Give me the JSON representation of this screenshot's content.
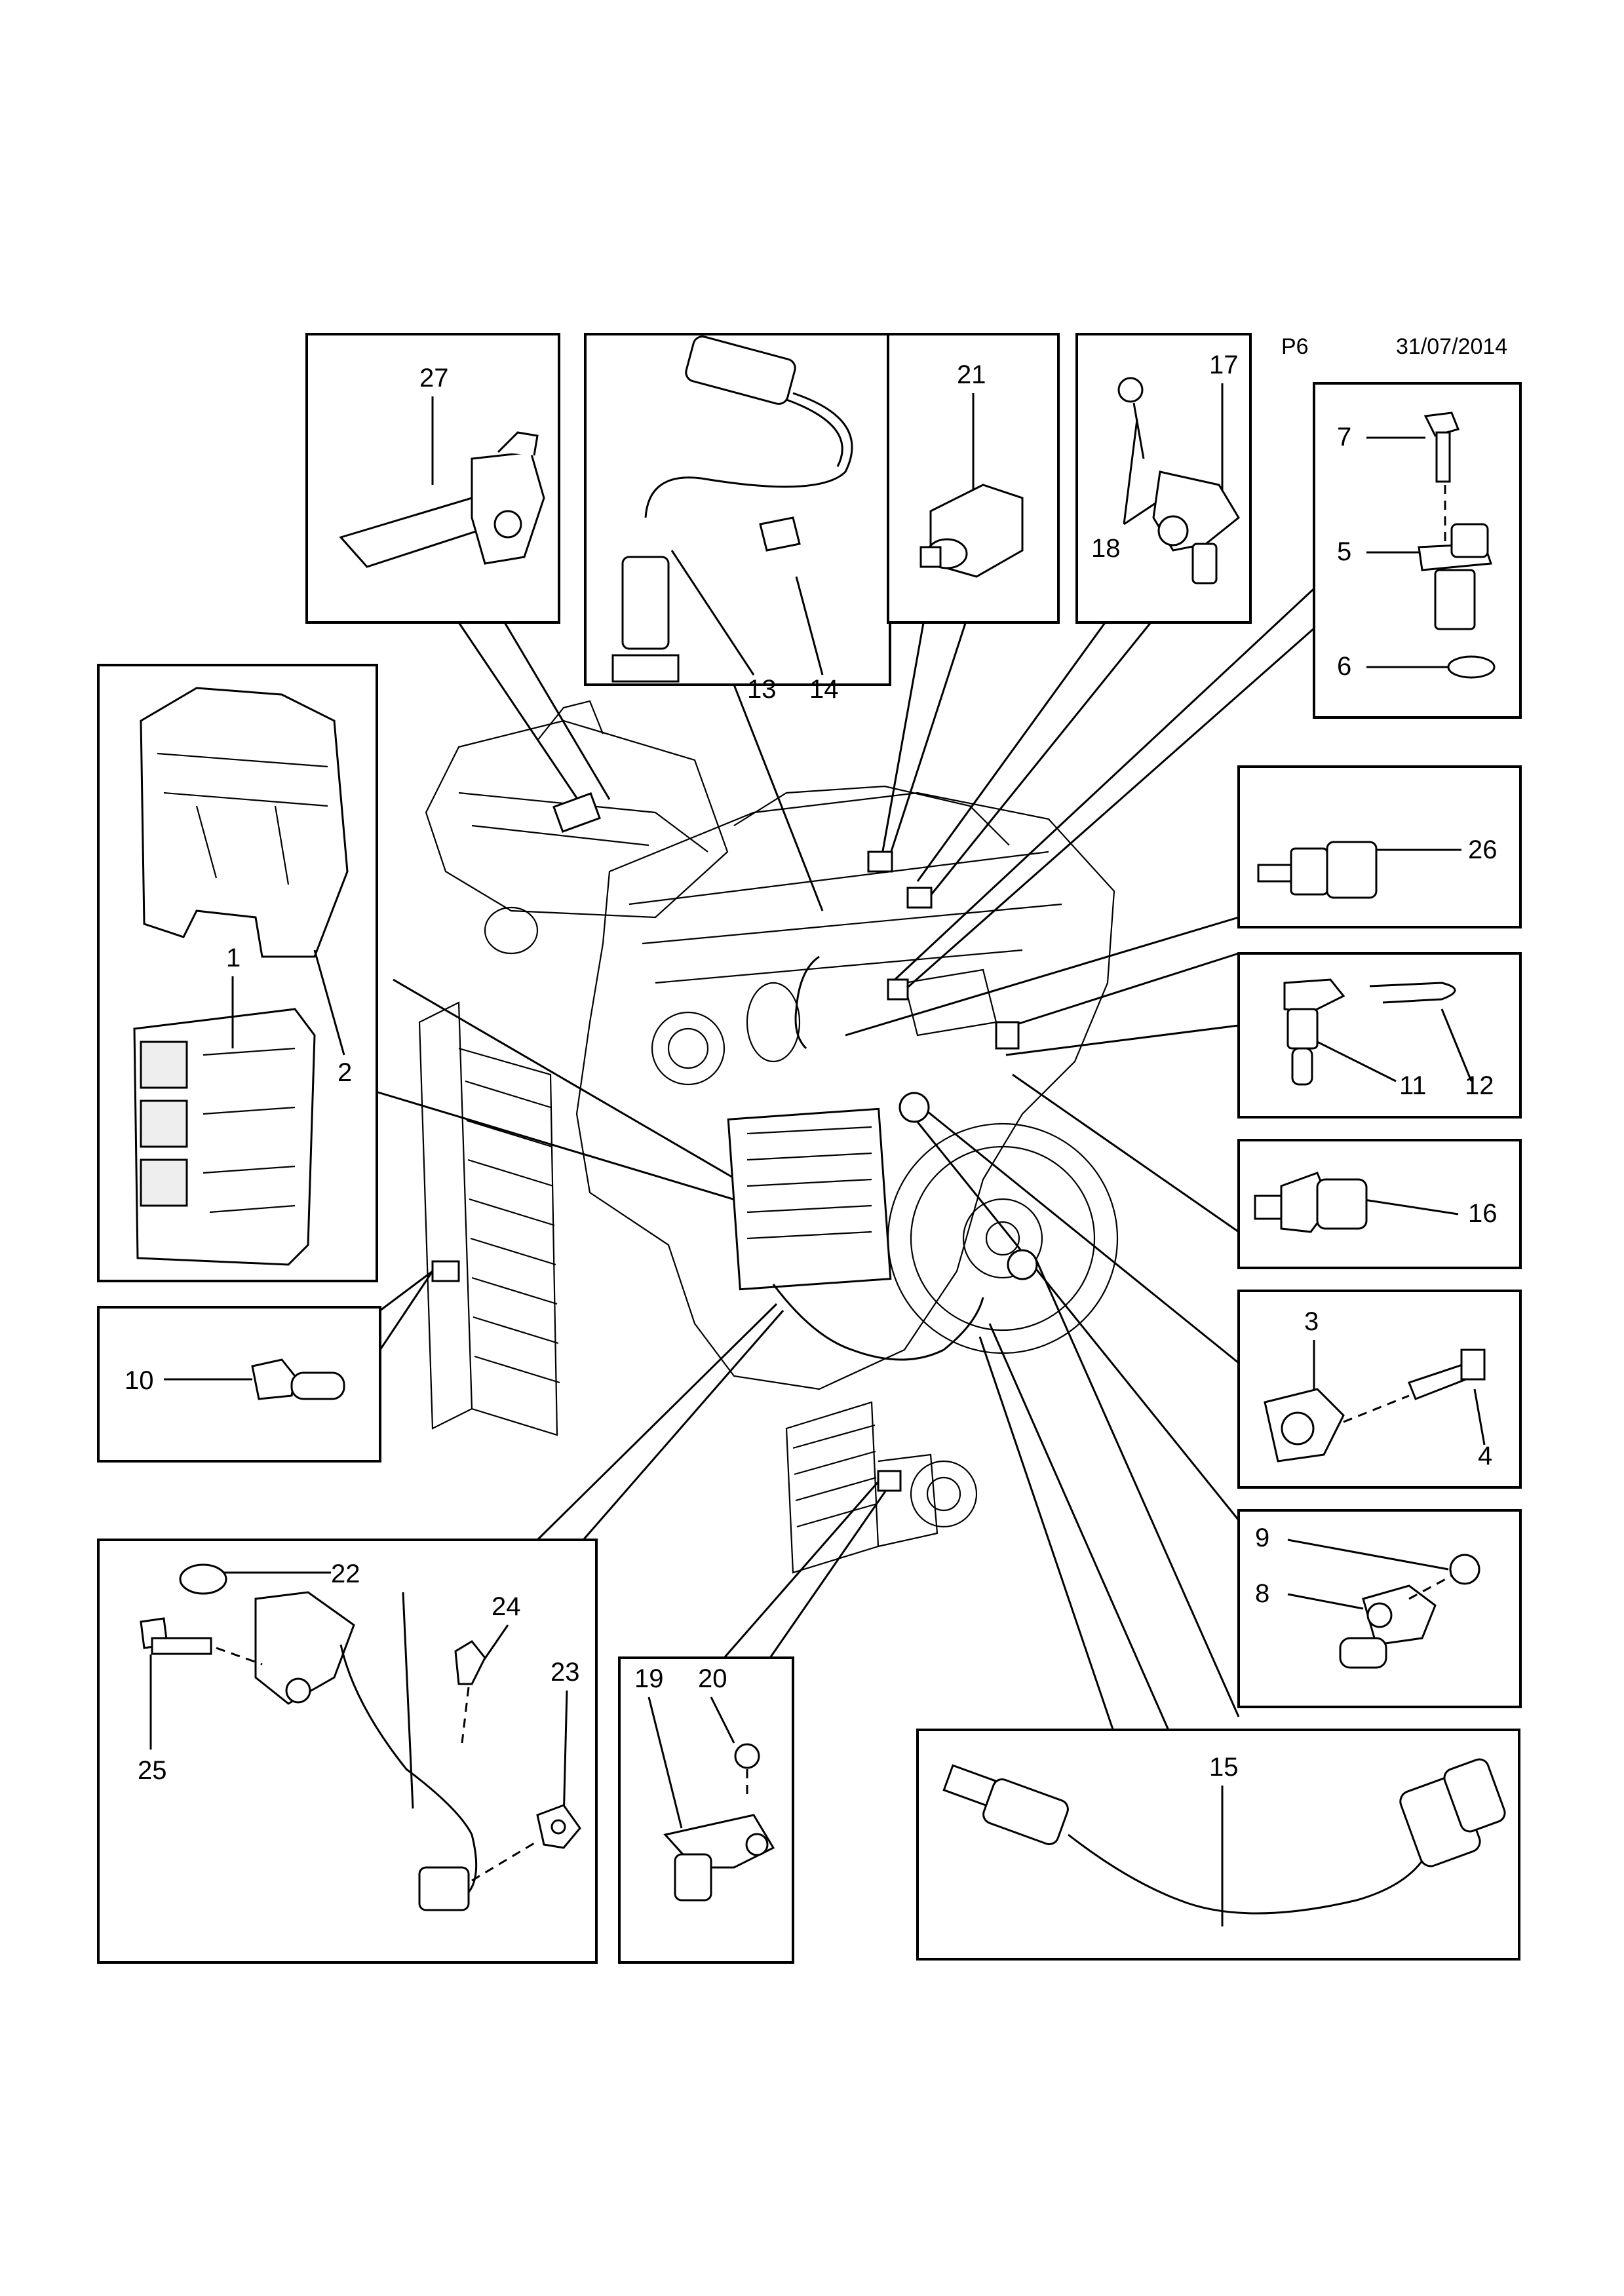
{
  "header": {
    "page_code": "P6",
    "date": "31/07/2014"
  },
  "callouts": {
    "c1": "1",
    "c2": "2",
    "c3": "3",
    "c4": "4",
    "c5": "5",
    "c6": "6",
    "c7": "7",
    "c8": "8",
    "c9": "9",
    "c10": "10",
    "c11": "11",
    "c12": "12",
    "c13": "13",
    "c14": "14",
    "c15": "15",
    "c16": "16",
    "c17": "17",
    "c18": "18",
    "c19": "19",
    "c20": "20",
    "c21": "21",
    "c22": "22",
    "c23": "23",
    "c24": "24",
    "c25": "25",
    "c26": "26",
    "c27": "27"
  }
}
